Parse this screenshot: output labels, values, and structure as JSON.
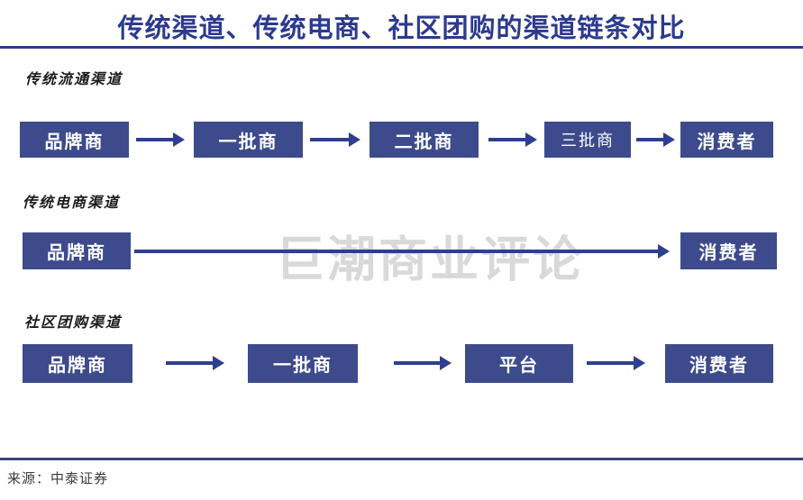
{
  "title": "传统渠道、传统电商、社区团购的渠道链条对比",
  "watermark": "巨潮商业评论",
  "source": "来源：中泰证券",
  "colors": {
    "accent": "#2C3A8E",
    "box": "#3D4B8D",
    "arrow": "#2F3F8F",
    "watermark": "#D9D9D9",
    "bottomline": "#3A4480"
  },
  "sections": [
    {
      "label": "传统流通渠道",
      "nodes": [
        "品牌商",
        "一批商",
        "二批商",
        "三批商",
        "消费者"
      ]
    },
    {
      "label": "传统电商渠道",
      "nodes": [
        "品牌商",
        "消费者"
      ]
    },
    {
      "label": "社区团购渠道",
      "nodes": [
        "品牌商",
        "一批商",
        "平台",
        "消费者"
      ]
    }
  ]
}
